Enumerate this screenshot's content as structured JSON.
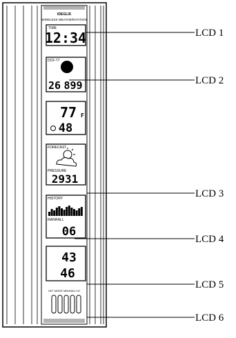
{
  "header": {
    "brand": "IDEGLIS",
    "subtitle": "WIRELESS    WEATHERSTATION"
  },
  "lcd1": {
    "label": "TIME",
    "time": "12:34"
  },
  "lcd2": {
    "label": "DCF-77",
    "day": "26",
    "date": "899"
  },
  "lcd3": {
    "temp_in": "77",
    "temp_unit": "F",
    "humidity": "48"
  },
  "lcd4": {
    "label": "FORECAST",
    "pressure_label": "PRESSURE",
    "pressure": "2931"
  },
  "lcd5": {
    "label": "HISTORY",
    "rain_label": "RAINFALL",
    "rain_value": "06"
  },
  "lcd6": {
    "temp_out": "43",
    "humidity_out": "46"
  },
  "buttons": {
    "label": "SET  MODE  MIN/MAX  CH"
  },
  "callouts": [
    "LCD 1",
    "LCD 2",
    "LCD 3",
    "LCD 4",
    "LCD 5",
    "LCD 6"
  ]
}
